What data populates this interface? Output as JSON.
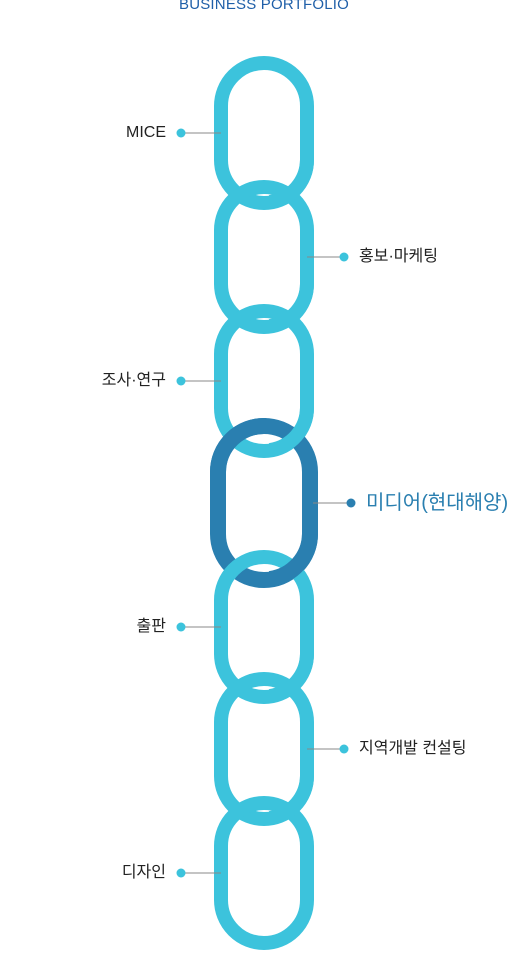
{
  "title": "BUSINESS PORTFOLIO",
  "colors": {
    "title": "#1f5fa8",
    "link": "#3cc3dc",
    "highlight": "#2a7fb0",
    "leader": "#888888",
    "label": "#222222"
  },
  "items": [
    {
      "label": "MICE",
      "side": "left",
      "highlight": false
    },
    {
      "label": "홍보·마케팅",
      "side": "right",
      "highlight": false
    },
    {
      "label": "조사·연구",
      "side": "left",
      "highlight": false
    },
    {
      "label": "미디어(현대해양)",
      "side": "right",
      "highlight": true
    },
    {
      "label": "출판",
      "side": "left",
      "highlight": false
    },
    {
      "label": "지역개발 컨설팅",
      "side": "right",
      "highlight": false
    },
    {
      "label": "디자인",
      "side": "left",
      "highlight": false
    }
  ]
}
